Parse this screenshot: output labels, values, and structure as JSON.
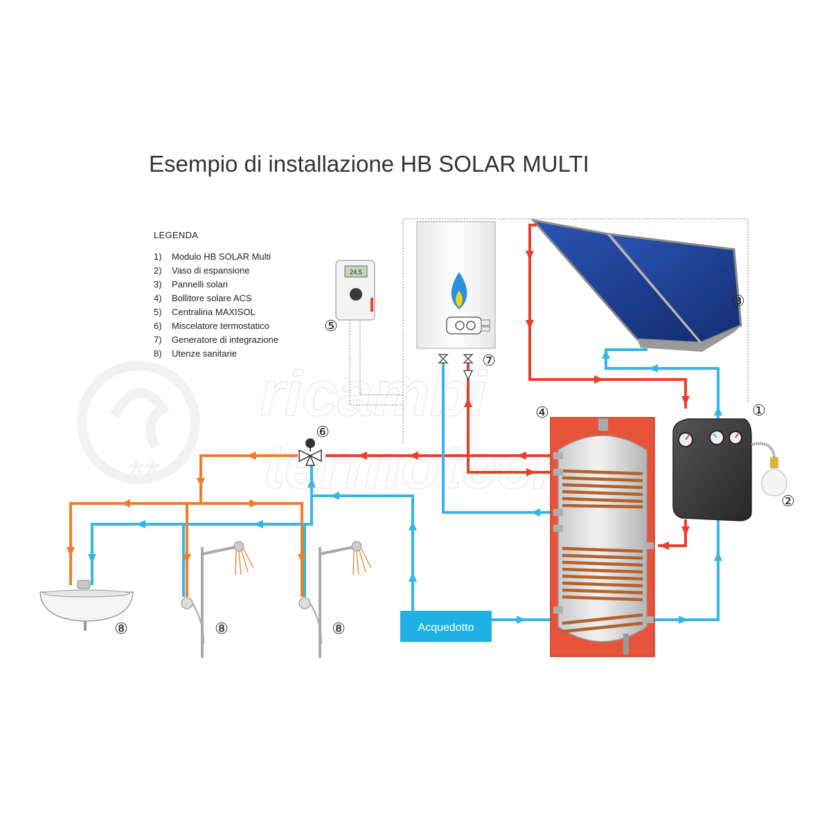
{
  "title": "Esempio di installazione HB SOLAR MULTI",
  "legend": {
    "heading": "LEGENDA",
    "items": [
      {
        "num": "1)",
        "label": "Modulo HB SOLAR Multi"
      },
      {
        "num": "2)",
        "label": "Vaso di espansione"
      },
      {
        "num": "3)",
        "label": "Pannelli solari"
      },
      {
        "num": "4)",
        "label": "Bollitore solare ACS"
      },
      {
        "num": "5)",
        "label": "Centralina MAXISOL"
      },
      {
        "num": "6)",
        "label": "Miscelatore termostatico"
      },
      {
        "num": "7)",
        "label": "Generatore di integrazione"
      },
      {
        "num": "8)",
        "label": "Utenze sanitarie"
      }
    ]
  },
  "callouts": {
    "c1": "①",
    "c2": "②",
    "c3": "③",
    "c4": "④",
    "c5": "⑤",
    "c6": "⑥",
    "c7": "⑦",
    "c8a": "⑧",
    "c8b": "⑧",
    "c8c": "⑧"
  },
  "labels": {
    "acquedotto": "Acquedotto",
    "controller_display": "24.5",
    "boiler_model": "0000"
  },
  "watermark": {
    "line1": "ricambi",
    "line2": "termotecnici"
  },
  "colors": {
    "hot_red": "#e8402a",
    "hot_orange": "#f07d2c",
    "cold_blue": "#35b6e5",
    "tank_shell": "#e8543a",
    "panel_blue": "#1d3d8f",
    "module_dark": "#3a3a3a",
    "acquedotto_box": "#1fb1e4",
    "control_line": "#9a9a9a"
  }
}
